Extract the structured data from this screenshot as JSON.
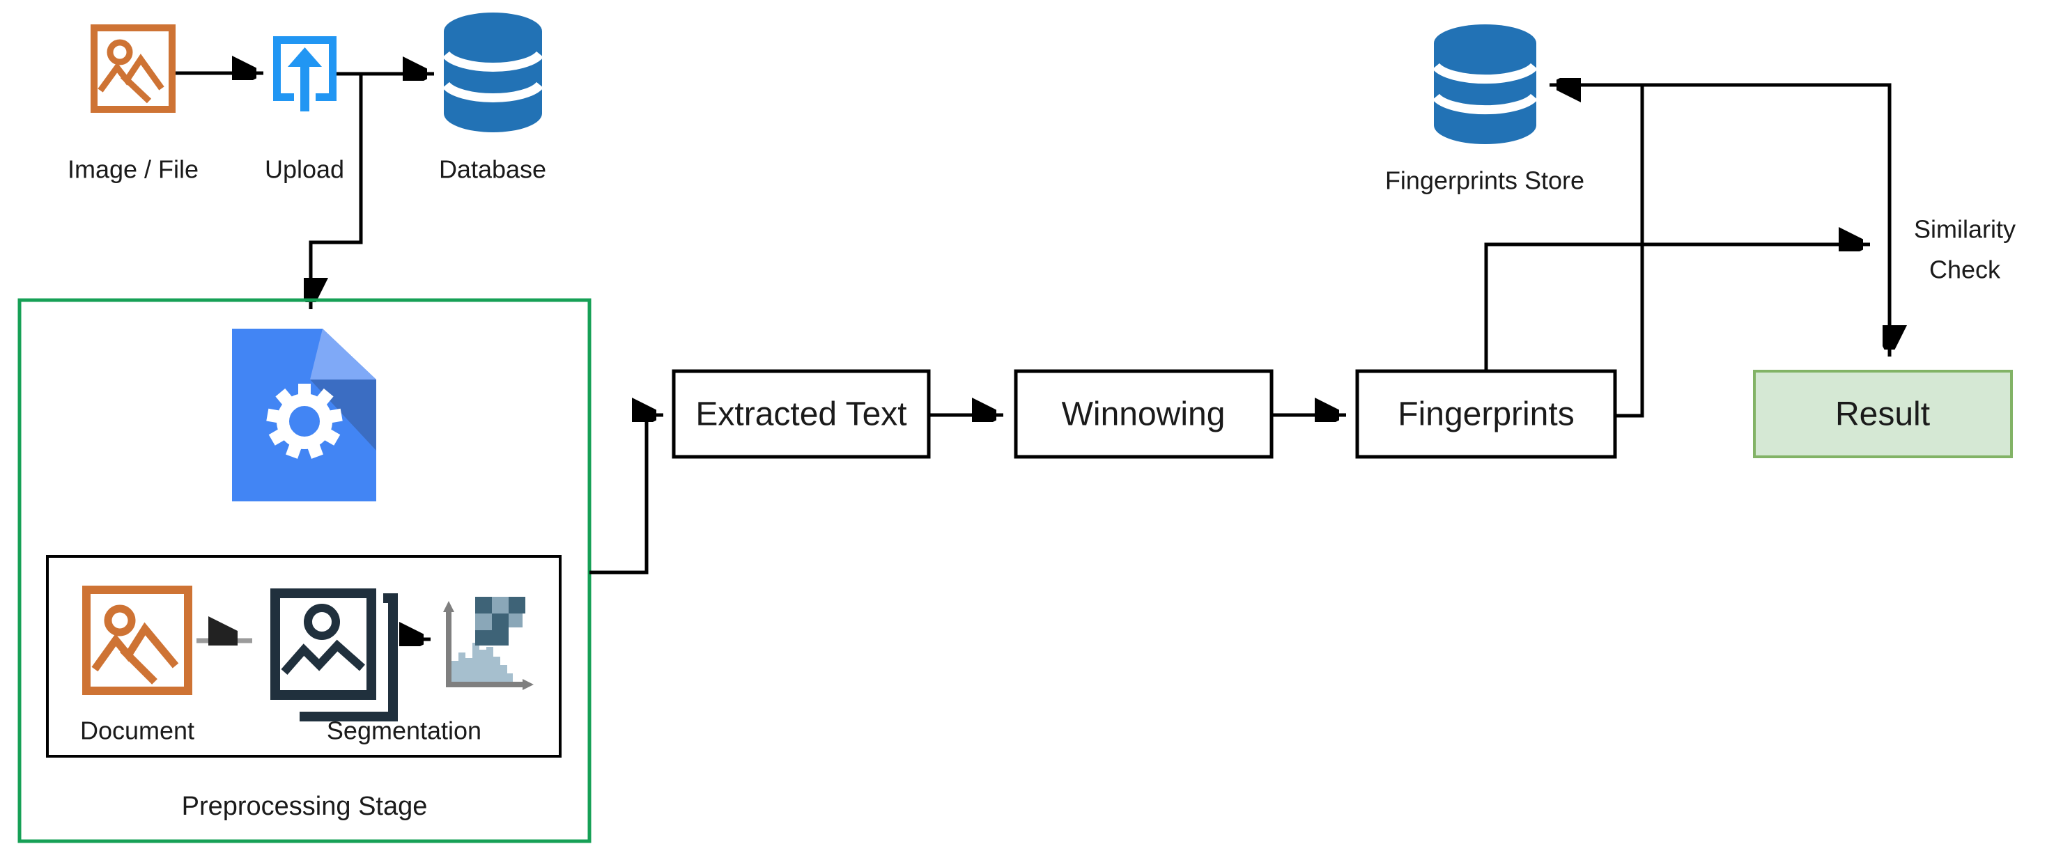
{
  "diagram": {
    "title": "Document fingerprinting / plagiarism-check pipeline flowchart",
    "background": "#ffffff"
  },
  "colors": {
    "line": "#000000",
    "text": "#1a1a1a",
    "green_container": "#16a056",
    "orange_icon": "#ce7334",
    "upload_blue": "#2196f3",
    "database_blue": "#2272b5",
    "doc_blue": "#4285f4",
    "doc_fold_light": "#7fa9f7",
    "doc_fold_dark": "#3b6dc2",
    "segmentation_dark": "#20303d",
    "chart_axis": "#7f7f7f",
    "chart_bar": "#a6bfce",
    "mosaic_dark": "#3e6377",
    "mosaic_light": "#8aa7b8",
    "result_fill": "#d5e8d4",
    "result_border": "#82b366",
    "gray_arrow": "#9b9b9b"
  },
  "nodes": {
    "image_file": {
      "label": "Image / File",
      "icon": "picture-icon"
    },
    "upload": {
      "label": "Upload",
      "icon": "upload-icon"
    },
    "database": {
      "label": "Database",
      "icon": "database-cylinder-icon"
    },
    "preprocessing": {
      "label": "Preprocessing Stage"
    },
    "doc_processing": {
      "icon": "document-gear-icon"
    },
    "document": {
      "label": "Document",
      "icon": "picture-icon"
    },
    "segmentation": {
      "label": "Segmentation",
      "icon": "layered-images-icon"
    },
    "histogram": {
      "icon": "histogram-icon"
    },
    "extracted_text": {
      "label": "Extracted Text"
    },
    "winnowing": {
      "label": "Winnowing"
    },
    "fingerprints": {
      "label": "Fingerprints"
    },
    "fingerprints_store": {
      "label": "Fingerprints Store",
      "icon": "database-cylinder-icon"
    },
    "similarity_check": {
      "label_line1": "Similarity",
      "label_line2": "Check"
    },
    "result": {
      "label": "Result"
    }
  },
  "edges": [
    {
      "from": "Image / File",
      "to": "Upload"
    },
    {
      "from": "Upload",
      "to": "Database"
    },
    {
      "from": "Upload",
      "to": "Preprocessing Stage"
    },
    {
      "from": "Document",
      "to": "Segmentation"
    },
    {
      "from": "Segmentation",
      "to": "Histogram"
    },
    {
      "from": "Preprocessing Stage",
      "to": "Extracted Text"
    },
    {
      "from": "Extracted Text",
      "to": "Winnowing"
    },
    {
      "from": "Winnowing",
      "to": "Fingerprints"
    },
    {
      "from": "Fingerprints",
      "to": "Fingerprints Store"
    },
    {
      "from": "Fingerprints",
      "to": "Similarity Check"
    },
    {
      "from": "Similarity Check",
      "to": "Result"
    }
  ]
}
